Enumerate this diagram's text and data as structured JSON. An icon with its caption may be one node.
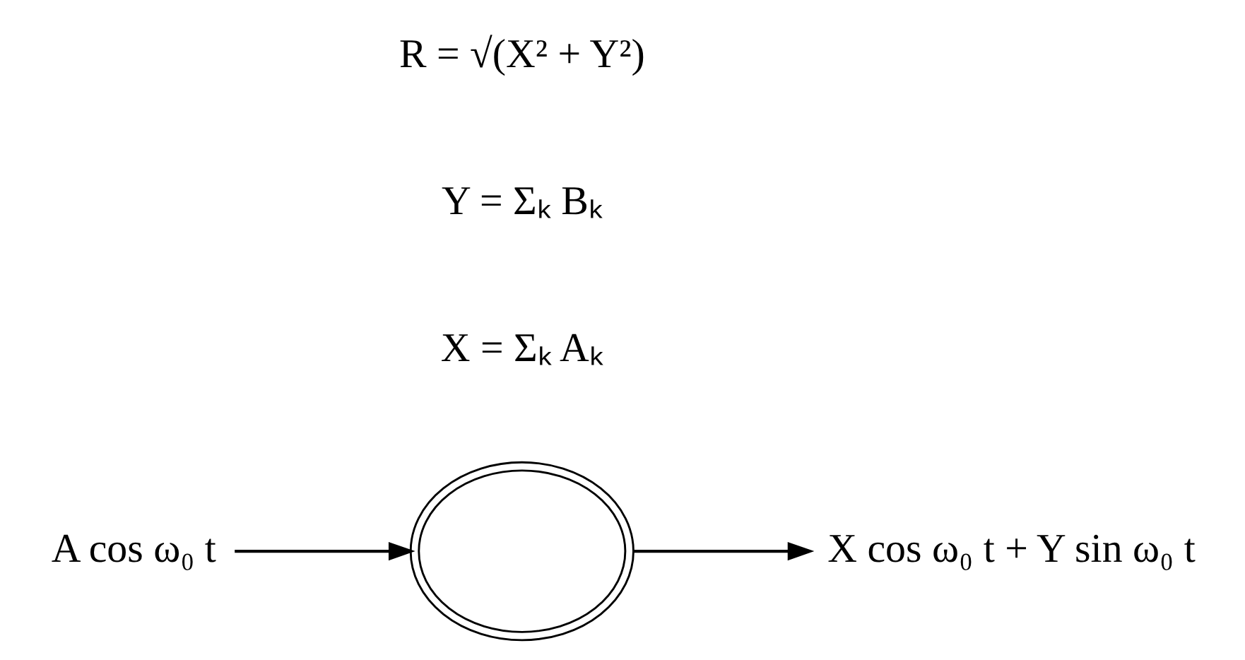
{
  "diagram": {
    "nodes": [
      {
        "text": [
          "A cos ω₀ t"
        ]
      },
      {
        "text": [],
        "shape": "cloud"
      },
      {
        "text": [
          "X cos ω₀ t + Y sin ω₀ t"
        ]
      }
    ],
    "edges": [
      {
        "from": 0,
        "to": 1,
        "arrow": "to"
      },
      {
        "from": 1,
        "to": 2,
        "arrow": "to"
      }
    ],
    "labels": [
      "X = Σₖ Aₖ",
      "Y = Σₖ Bₖ",
      "R = √(X² + Y²)"
    ]
  }
}
